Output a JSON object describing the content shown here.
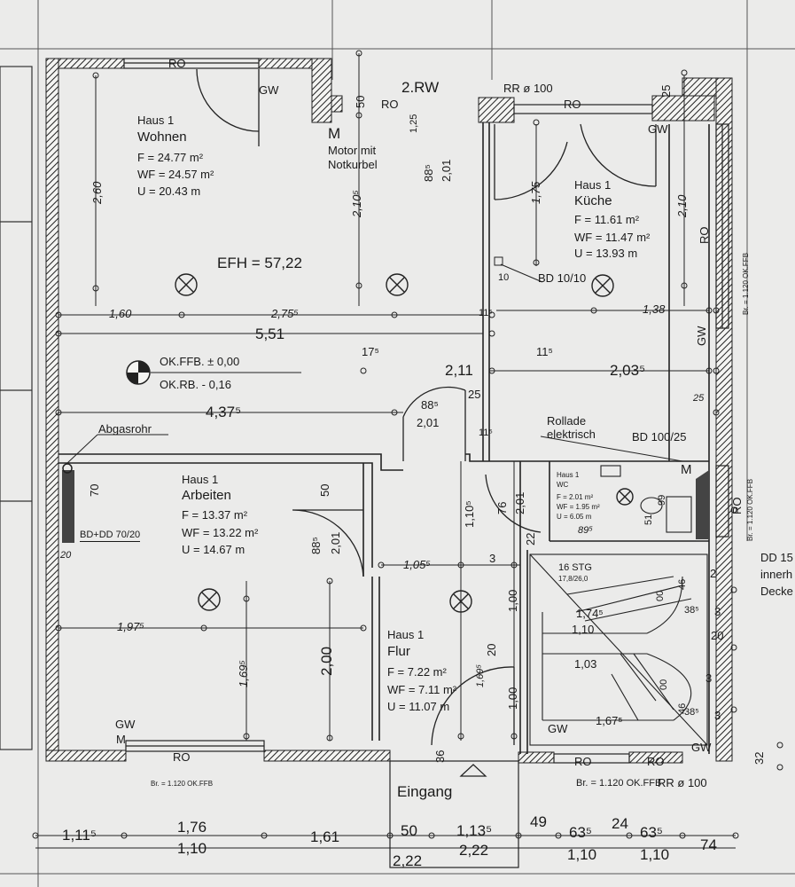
{
  "rooms": {
    "wohnen": {
      "house": "Haus 1",
      "name": "Wohnen",
      "f": "F = 24.77 m²",
      "wf": "WF = 24.57 m²",
      "u": "U = 20.43 m"
    },
    "kueche": {
      "house": "Haus 1",
      "name": "Küche",
      "f": "F = 11.61 m²",
      "wf": "WF = 11.47 m²",
      "u": "U = 13.93 m"
    },
    "arbeiten": {
      "house": "Haus 1",
      "name": "Arbeiten",
      "f": "F = 13.37 m²",
      "wf": "WF = 13.22 m²",
      "u": "U = 14.67 m"
    },
    "flur": {
      "house": "Haus 1",
      "name": "Flur",
      "f": "F = 7.22 m²",
      "wf": "WF = 7.11 m²",
      "u": "U = 11.07 m"
    },
    "wc": {
      "house": "Haus 1",
      "name": "WC",
      "f": "F = 2.01 m²",
      "wf": "WF = 1.95 m²",
      "u": "U = 6.05 m"
    }
  },
  "labels": {
    "ro": "RO",
    "gw": "GW",
    "rw": "2.RW",
    "rr": "RR ø 100",
    "motor_m": "M",
    "motor1": "Motor mit",
    "motor2": "Notkurbel",
    "efh": "EFH = 57,22",
    "okffb": "OK.FFB. ± 0,00",
    "okrb": "OK.RB.    - 0,16",
    "abgas": "Abgasrohr",
    "bddd": "BD+DD 70/20",
    "bd1010": "BD 10/10",
    "rollade1": "Rollade",
    "rollade2": "elektrisch",
    "bd10025": "BD 100/25",
    "stg": "16 STG",
    "stg2": "17,8/26,0",
    "eingang": "Eingang",
    "br": "Br. = 1.120 OK.FFB",
    "br_right": "Br. = 1.120 OK.FFB",
    "br_bot_r": "Br. = 1.120 OK.FFB",
    "dd15": "DD 15",
    "innerh": "innerh",
    "decke": "Decke",
    "m": "M"
  },
  "dims": {
    "d160": "1,60",
    "d2755": "2,75⁵",
    "d551": "5,51",
    "d175": "17⁵",
    "d115a": "11⁵",
    "d211": "2,11",
    "d2035": "2,03⁵",
    "d4375": "4,37⁵",
    "d885a": "88⁵",
    "d201a": "2,01",
    "d25a": "25",
    "d115b": "11⁵",
    "d115c": "11⁵",
    "d138": "1,38",
    "d25b": "25",
    "d260": "2,60",
    "d2103": "2,10⁵",
    "d175v": "1,75",
    "d210v": "2,10",
    "d125": "1,25",
    "d885b": "88⁵",
    "d201b": "2,01",
    "d50top": "50",
    "d25top": "25",
    "d10": "10",
    "d70": "70",
    "d20a": "20",
    "d1975": "1,97⁵",
    "d1695": "1,69⁵",
    "d200": "2,00",
    "d50b": "50",
    "d885c": "88⁵",
    "d201c": "2,01",
    "d1055": "1,05⁵",
    "d1105": "1,10⁵",
    "d76": "76",
    "d201d": "2,01",
    "d22": "22",
    "d3": "3",
    "d100a": "1,00",
    "d20b": "20",
    "d1695b": "1,69⁵",
    "d100b": "1,00",
    "d36": "36",
    "d895": "89⁵",
    "d99": "99",
    "d51": "51",
    "d1745": "1,74⁵",
    "d110": "1,10",
    "d103": "1,03",
    "d1675": "1,67⁵",
    "d385a": "38⁵",
    "d385b": "38⁵",
    "d46a": "46",
    "d46b": "46",
    "d00a": "00",
    "d00b": "00",
    "d2r": "2",
    "d3r1": "3",
    "d20r": "20",
    "d3r2": "3",
    "d3r3": "3",
    "d32": "32",
    "b1115": "1,11⁵",
    "b176": "1,76",
    "b110a": "1,10",
    "b161": "1,61",
    "b50": "50",
    "b1135": "1,13⁵",
    "b222a": "2,22",
    "b222b": "2,22",
    "b49": "49",
    "b635a": "63⁵",
    "b24": "24",
    "b635b": "63⁵",
    "b110b": "1,10",
    "b110c": "1,10",
    "b74": "74"
  }
}
